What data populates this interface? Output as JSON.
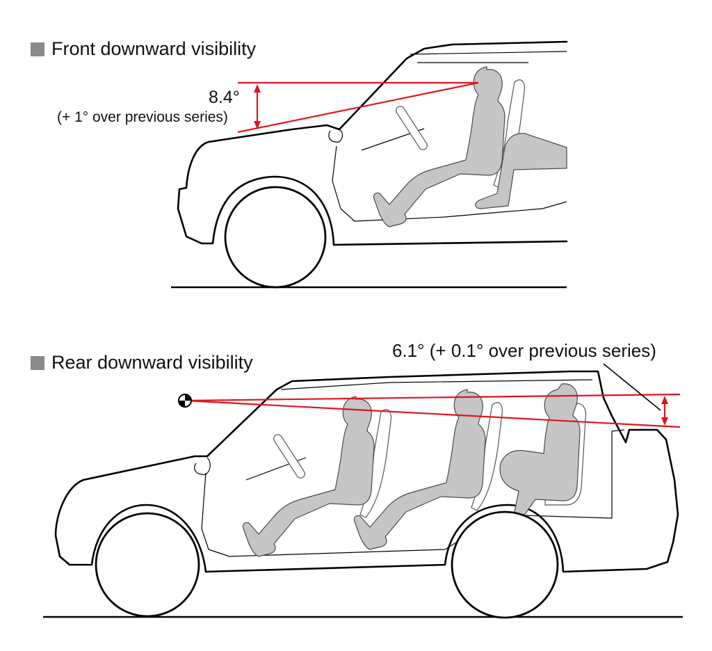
{
  "front": {
    "title": "Front downward visibility",
    "angle": "8.4°",
    "note": "(+ 1° over previous series)"
  },
  "rear": {
    "title": "Rear downward visibility",
    "label": "6.1° (+ 0.1° over previous series)"
  },
  "colors": {
    "sightline": "#e0141d",
    "occupant": "#c6c6c6",
    "bullet": "#8a8a8a"
  }
}
